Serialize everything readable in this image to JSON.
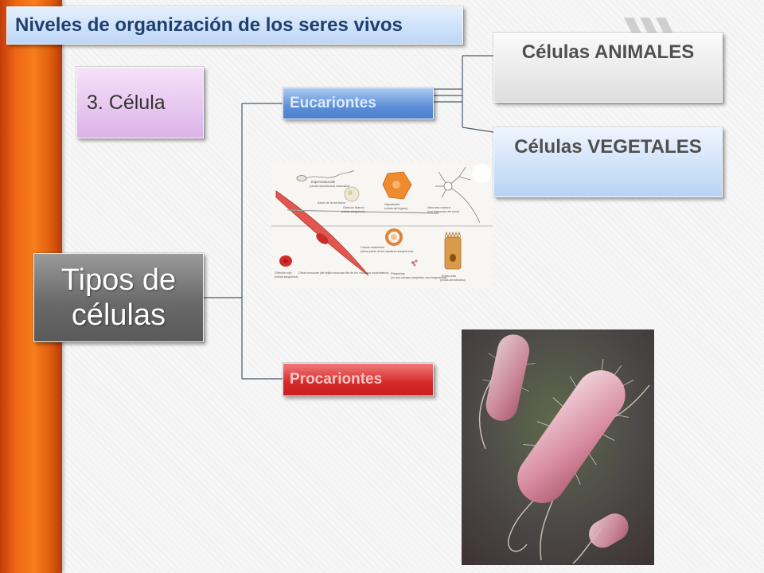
{
  "title": "Niveles de organización de los seres vivos",
  "level_label": "3. Célula",
  "diagram": {
    "root": {
      "line1": "Tipos de",
      "line2": "células"
    },
    "eucariontes": "Eucariontes",
    "procariontes": "Procariontes",
    "animales": "Células ANIMALES",
    "vegetales": "Células VEGETALES"
  },
  "illustration_labels": {
    "espermatozoide": "Espermatozoide",
    "espermatozoide_sub": "(célula reproductora masculina)",
    "axon": "Axón de la neurona",
    "globulo_blanco": "Glóbulo blanco",
    "globulo_blanco_sub": "(célula sanguínea)",
    "hepatocito": "Hepatocito",
    "hepatocito_sub": "(célula del hígado)",
    "neurona": "Neurona motora",
    "neurona_sub": "(con fragmento del axón)",
    "celula_endotelial": "Célula endotelial",
    "celula_endotelial_sub": "(forma parte de los capilares sanguíneos)",
    "globulo_rojo": "Glóbulo rojo",
    "globulo_rojo_sub": "(célula sanguínea)",
    "celula_muscular": "Célula muscular (del tejido muscular liso de los músculos involuntarios)",
    "plaquetas": "Plaquetas",
    "plaquetas_sub": "(no son células completas, sino fragmentos)",
    "enterocito": "Enterocito",
    "enterocito_sub": "(célula del intestino)"
  },
  "colors": {
    "left_bar": "#f06614",
    "title_text": "#1f3f6e",
    "eucariontes": "#5d8fd8",
    "procariontes": "#d62a2a",
    "root_box": "#7a7a7a"
  }
}
